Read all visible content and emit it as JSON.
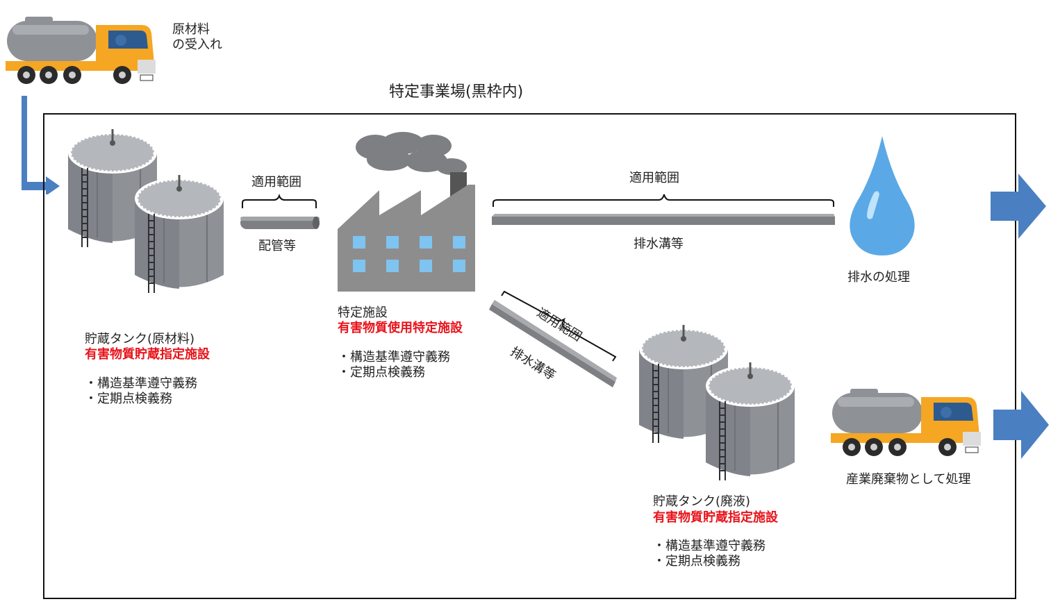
{
  "raw_material": {
    "line1": "原材料",
    "line2": "の受入れ"
  },
  "site_title": "特定事業場(黒枠内)",
  "scope_label": "適用範囲",
  "pipe_label": "配管等",
  "drain_label": "排水溝等",
  "tank_raw": {
    "title": "貯蔵タンク(原材料)",
    "designation": "有害物質貯蔵指定施設",
    "duties": [
      "・構造基準遵守義務",
      "・定期点検義務"
    ]
  },
  "facility": {
    "title": "特定施設",
    "designation": "有害物質使用特定施設",
    "duties": [
      "・構造基準遵守義務",
      "・定期点検義務"
    ]
  },
  "tank_waste": {
    "title": "貯蔵タンク(廃液)",
    "designation": "有害物質貯蔵指定施設",
    "duties": [
      "・構造基準遵守義務",
      "・定期点検義務"
    ]
  },
  "wastewater_label": "排水の処理",
  "industrial_waste_label": "産業廃棄物として処理",
  "colors": {
    "arrow": "#4a7fc1",
    "tank": "#8e9297",
    "factory": "#8d8d8d",
    "truck_cab": "#f5a623",
    "highlight": "#e8141b"
  }
}
